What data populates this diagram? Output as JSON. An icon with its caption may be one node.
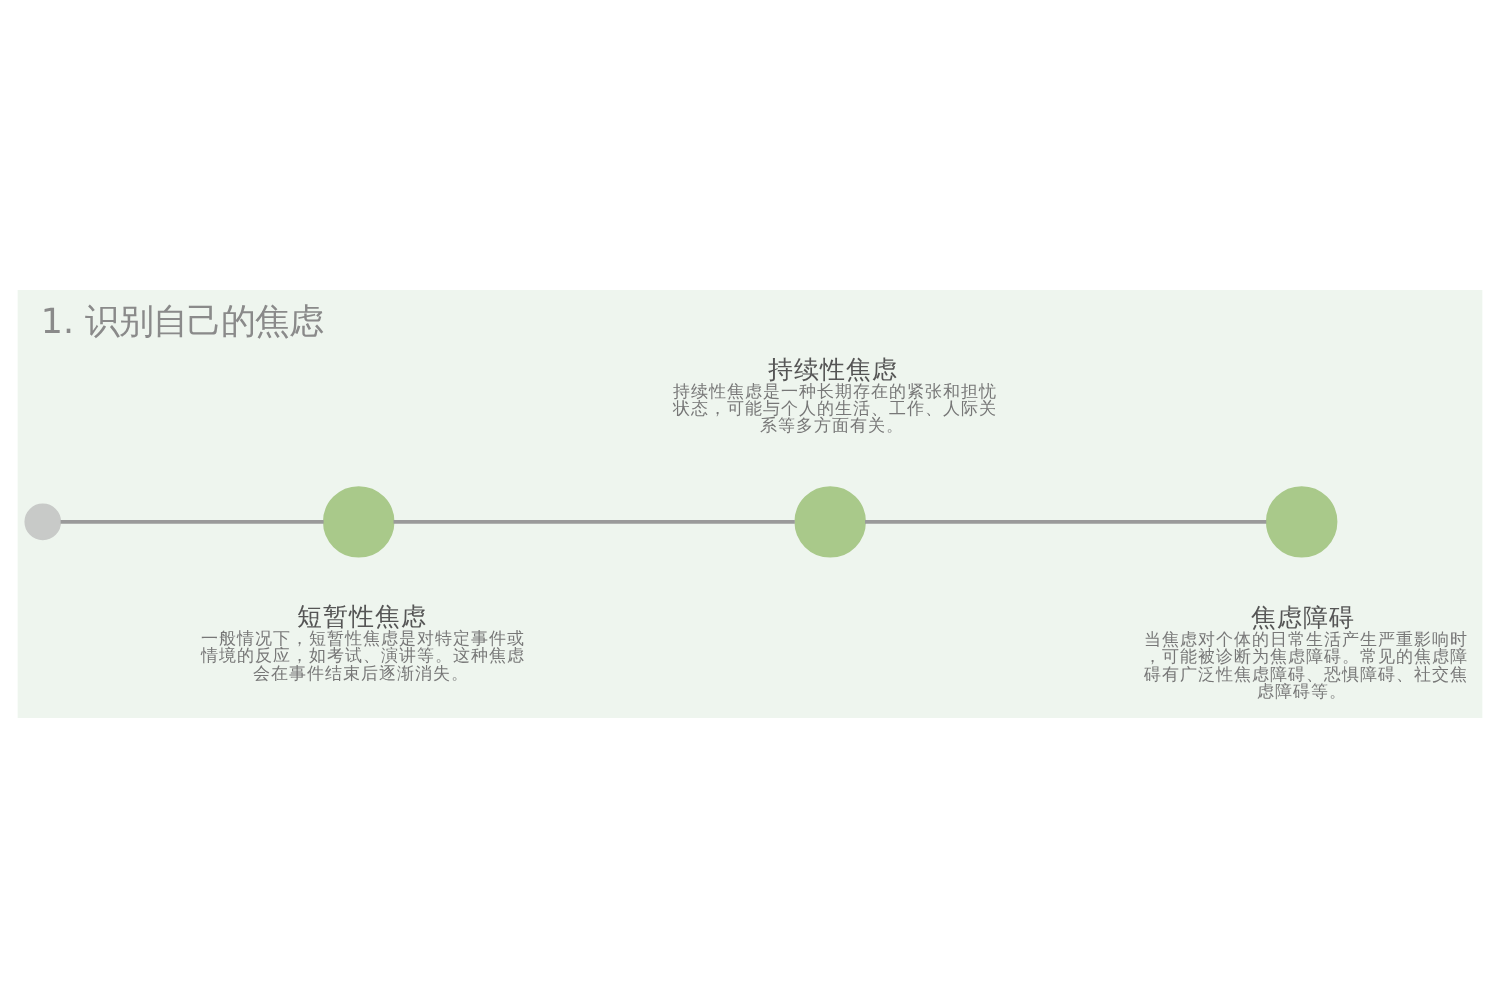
{
  "diagram": {
    "title": "1. 识别自己的焦虑",
    "nodes": [
      {
        "text": [],
        "shape": "circle"
      },
      {
        "text": [],
        "shape": "circle",
        "beside": [
          "短暂性焦虑",
          "一般情况下，短暂性焦虑是对特定事件或情境的反应，如考试、演讲等。这种焦虑会在事件结束后逐渐消失。"
        ]
      },
      {
        "text": [],
        "shape": "circle",
        "beside": [
          "持续性焦虑",
          "持续性焦虑是一种长期存在的紧张和担忧状态，可能与个人的生活、工作、人际关系等多方面有关。"
        ]
      },
      {
        "text": [],
        "shape": "circle",
        "beside": [
          "焦虑障碍",
          "当焦虑对个体的日常生活产生严重影响时，可能被诊断为焦虑障碍。常见的焦虑障碍有广泛性焦虑障碍、恐惧障碍、社交焦虑障碍等。"
        ]
      }
    ],
    "edges": [
      {
        "from": 0,
        "to": 1,
        "arrow": "none"
      },
      {
        "from": 1,
        "to": 2,
        "arrow": "none"
      },
      {
        "from": 2,
        "to": 3,
        "arrow": "none"
      }
    ]
  }
}
